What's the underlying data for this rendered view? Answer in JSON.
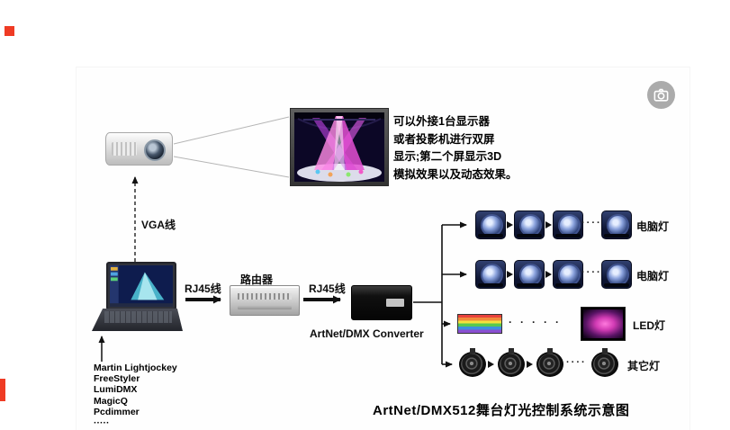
{
  "diagram": {
    "title": "ArtNet/DMX512舞台灯光控制系统示意图",
    "note_lines": [
      "可以外接1台显示器",
      "或者投影机进行双屏",
      "显示;第二个屏显示3D",
      "模拟效果以及动态效果。"
    ],
    "vga_label": "VGA线",
    "rj45_label_a": "RJ45线",
    "rj45_label_b": "RJ45线",
    "router_label": "路由器",
    "converter_label": "ArtNet/DMX Converter",
    "software_list": [
      "Martin Lightjockey",
      "FreeStyler",
      "LumiDMX",
      "MagicQ",
      "Pcdimmer",
      "·····"
    ],
    "rows": [
      {
        "label": "电脑灯",
        "dots": "····"
      },
      {
        "label": "电脑灯",
        "dots": "····"
      },
      {
        "label": "LED灯",
        "dots": "·····"
      },
      {
        "label": "其它灯",
        "dots": "····"
      }
    ],
    "icons": {
      "overlay": "camera-zoom-icon"
    },
    "colors": {
      "marker_red": "#ef3b24",
      "line_black": "#111111"
    }
  }
}
